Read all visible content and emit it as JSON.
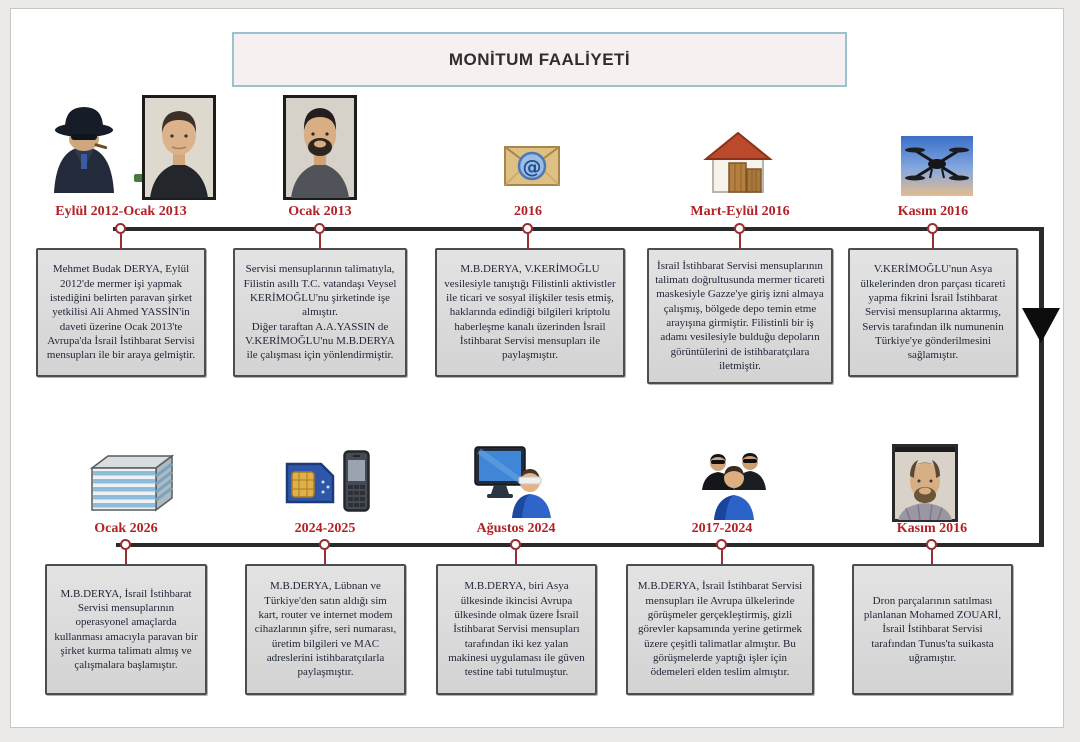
{
  "title": "MONİTUM FAALİYETİ",
  "colors": {
    "date_text": "#b32025",
    "timeline": "#2b2b2b",
    "marker_border": "#993032",
    "box_background": "#d9d9d9",
    "box_border": "#4d4d4d",
    "box_text": "#1f2436",
    "title_border": "#9cc2cf",
    "title_background": "#f7f0f1"
  },
  "top_events": [
    {
      "date": "Eylül 2012-Ocak 2013",
      "icon": "spy-handshake-portrait-photo",
      "text": "Mehmet Budak DERYA, Eylül 2012'de mermer işi yapmak istediğini belirten paravan şirket yetkilisi Ali Ahmed YASSİN'in daveti üzerine Ocak 2013'te Avrupa'da İsrail İstihbarat Servisi mensupları ile bir araya gelmiştir."
    },
    {
      "date": "Ocak 2013",
      "icon": "portrait-photo",
      "text": "Servisi mensuplarının talimatıyla, Filistin asıllı T.C. vatandaşı Veysel KERİMOĞLU'nu şirketinde işe almıştır.\nDiğer taraftan A.A.YASSIN de V.KERİMOĞLU'nu M.B.DERYA ile çalışması için yönlendirmiştir."
    },
    {
      "date": "2016",
      "icon": "email-envelope",
      "text": "M.B.DERYA, V.KERİMOĞLU vesilesiyle tanıştığı Filistinli aktivistler ile ticari ve sosyal ilişkiler tesis etmiş, haklarında edindiği bilgileri kriptolu haberleşme kanalı üzerinden İsrail İstihbarat Servisi mensupları ile paylaşmıştır."
    },
    {
      "date": "Mart-Eylül 2016",
      "icon": "warehouse-crates",
      "text": "İsrail İstihbarat Servisi mensuplarının talimatı doğrultusunda mermer ticareti maskesiyle Gazze'ye giriş izni almaya çalışmış, bölgede depo temin etme arayışına girmiştir. Filistinli bir iş adamı vesilesiyle bulduğu depoların görüntülerini de istihbaratçılara iletmiştir."
    },
    {
      "date": "Kasım 2016",
      "icon": "drone-photo",
      "text": "V.KERİMOĞLU'nun Asya ülkelerinden dron parçası ticareti yapma fikrini İsrail İstihbarat Servisi mensuplarına aktarmış, Servis tarafından ilk numunenin Türkiye'ye gönderilmesini sağlamıştır."
    }
  ],
  "bottom_events": [
    {
      "date": "Ocak 2026",
      "icon": "striped-building",
      "text": "M.B.DERYA, İsrail İstihbarat Servisi mensuplarının operasyonel amaçlarda kullanması amacıyla paravan bir şirket kurma talimatı almış ve çalışmalara başlamıştır."
    },
    {
      "date": "2024-2025",
      "icon": "sim-card-and-phone",
      "text": "M.B.DERYA, Lübnan ve Türkiye'den satın aldığı sim kart, router ve internet modem cihazlarının şifre, seri numarası, üretim bilgileri ve MAC adreslerini istihbaratçılarla paylaşmıştır."
    },
    {
      "date": "Ağustos 2024",
      "icon": "computer-blindfolded-person",
      "text": "M.B.DERYA, biri Asya ülkesinde ikincisi Avrupa ülkesinde olmak üzere İsrail İstihbarat Servisi mensupları tarafından iki kez yalan makinesi uygulaması ile güven testine tabi tutulmuştur."
    },
    {
      "date": "2017-2024",
      "icon": "agents-group",
      "text": "M.B.DERYA, İsrail İstihbarat Servisi mensupları ile Avrupa ülkelerinde görüşmeler gerçekleştirmiş, gizli görevler kapsamında yerine getirmek üzere çeşitli talimatlar almıştır. Bu görüşmelerde yaptığı işler için ödemeleri elden teslim almıştır."
    },
    {
      "date": "Kasım 2016",
      "icon": "portrait-photo",
      "text": "Dron parçalarının satılması planlanan Mohamed ZOUARİ, İsrail İstihbarat Servisi tarafından Tunus'ta suikasta uğramıştır."
    }
  ]
}
